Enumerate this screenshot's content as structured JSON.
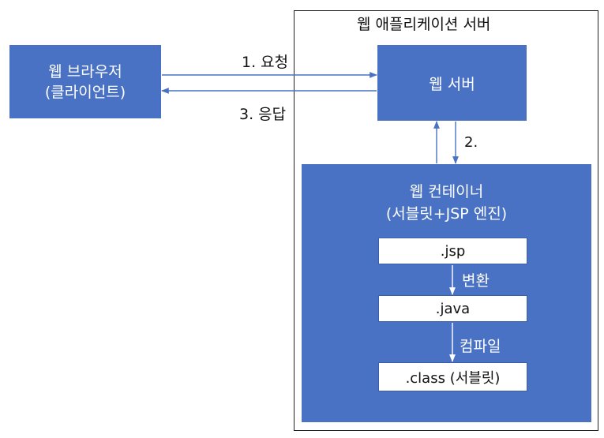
{
  "app_server": {
    "title": "웹 애플리케이션 서버"
  },
  "browser": {
    "line1": "웹 브라우저",
    "line2": "(클라이언트)"
  },
  "web_server": {
    "label": "웹 서버"
  },
  "container": {
    "line1": "웹 컨테이너",
    "line2": "(서블릿+JSP 엔진)"
  },
  "arrows": {
    "request": "1. 요청",
    "response": "3. 응답",
    "step2": "2.",
    "convert": "변환",
    "compile": "컴파일"
  },
  "files": {
    "jsp": ".jsp",
    "java": ".java",
    "class": ".class (서블릿)"
  },
  "colors": {
    "box_blue": "#4a72c4",
    "arrow": "#4a72c4",
    "frame": "#222222"
  }
}
